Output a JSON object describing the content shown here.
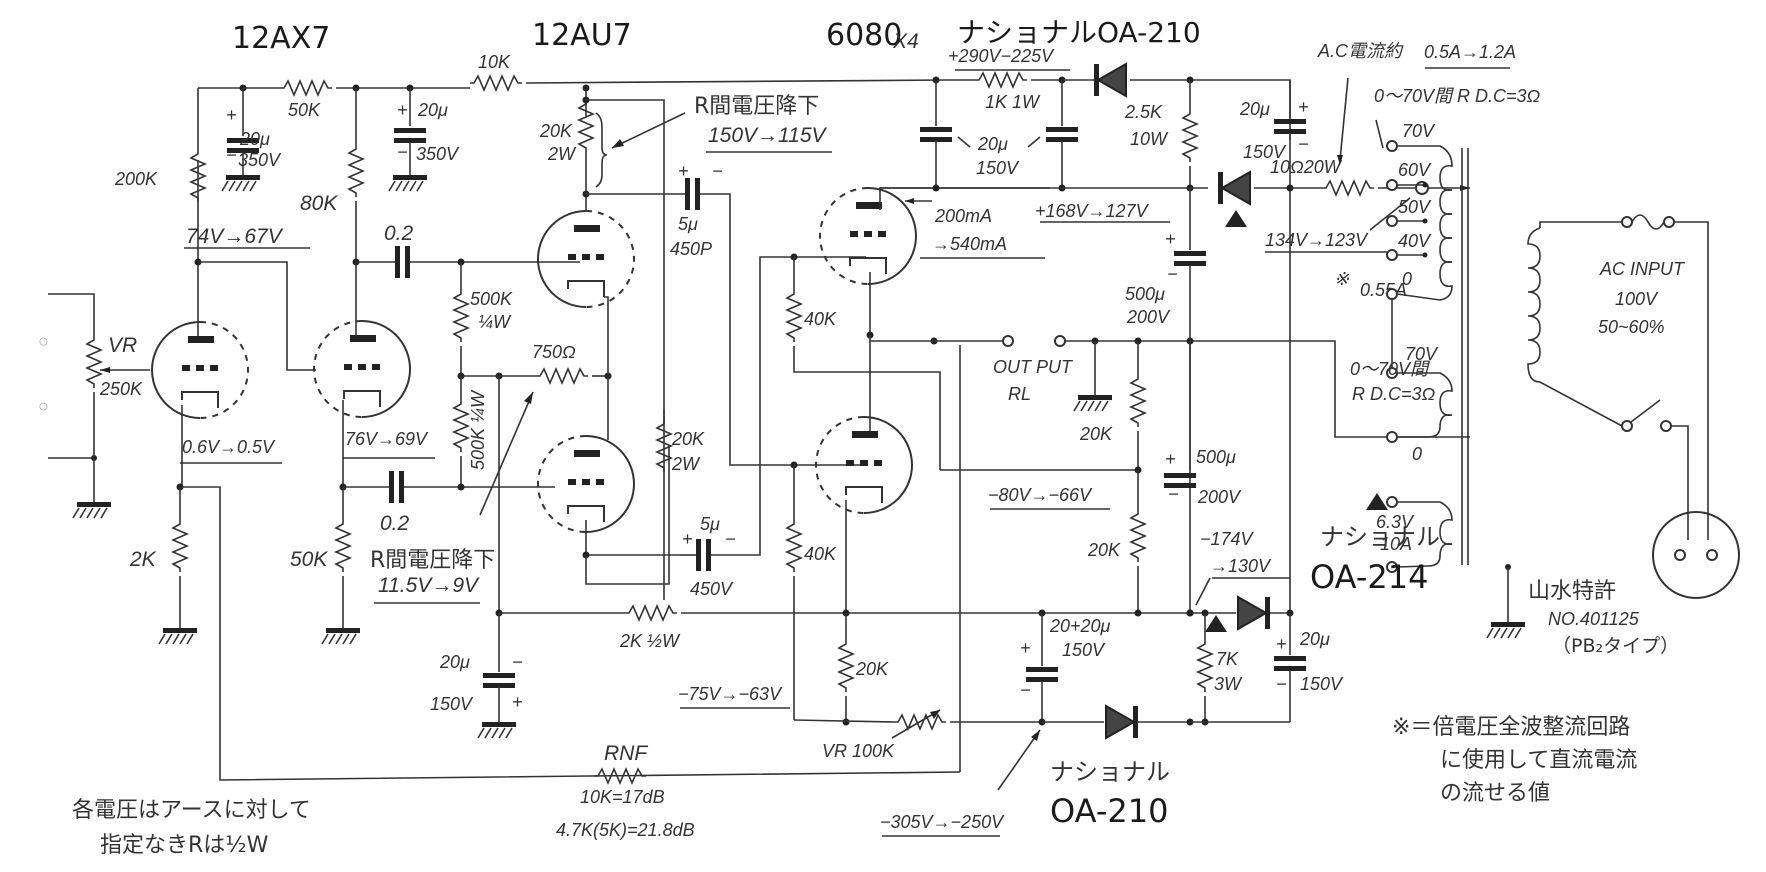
{
  "tubes": {
    "v1": "12AX7",
    "v2": "12AU7",
    "v3": "6080",
    "v3_qty": "X4"
  },
  "diodes": {
    "top_maker_label": "ナショナルOA-210",
    "bottom_maker": "ナショナル",
    "bottom_part": "OA-210",
    "mid_maker": "ナショナル",
    "mid_part": "OA-214",
    "mid_marker": "▲"
  },
  "components": {
    "r_200k": "200K",
    "r_50k_top": "50K",
    "c1_val": "20μ",
    "c1_v": "350V",
    "r_80k": "80K",
    "c2_val": "20μ",
    "c2_v": "350V",
    "r_10k": "10K",
    "r_20k_2w_a": "20K",
    "r_20k_2w_a_w": "2W",
    "c_coupling_top": "0.2",
    "c_coupling_bot": "0.2",
    "r_500k_a": "500K",
    "r_500k_a_w": "¼W",
    "r_500k_b": "500K ¼W",
    "r_750": "750Ω",
    "vr_in": "VR",
    "vr_in_val": "250K",
    "r_2k": "2K",
    "r_50k_bot": "50K",
    "c5u_top_val": "5μ",
    "c5u_top_v": "450P",
    "c5u_bot_val": "5μ",
    "c5u_bot_v": "450V",
    "r_20k_2w_b": "20K",
    "r_20k_2w_b_w": "2W",
    "r_2k_half": "2K ½W",
    "c_20u_150_val": "20μ",
    "c_20u_150_v": "150V",
    "rnf": "RNF",
    "rnf_val1": "10K=17dB",
    "rnf_val2": "4.7K(5K)=21.8dB",
    "r_40k_a": "40K",
    "r_40k_b": "40K",
    "r_20k_c": "20K",
    "vr_100k": "VR 100K",
    "r_1k": "1K 1W",
    "c_20u_pair_val": "20μ",
    "c_20u_pair_v": "150V",
    "r_2_5k": "2.5K",
    "r_2_5k_w": "10W",
    "c_20u_r_val": "20μ",
    "c_20u_r_v": "150V",
    "c_500u_a_val": "500μ",
    "c_500u_a_v": "200V",
    "r_10ohm": "10Ω20W",
    "r_20k_out_a": "20K",
    "r_20k_out_b": "20K",
    "c_500u_b_val": "500μ",
    "c_500u_b_v": "200V",
    "c_20_20_val": "20+20μ",
    "c_20_20_v": "150V",
    "r_7k": "7K",
    "r_7k_w": "3W",
    "c_20u_br_val": "20μ",
    "c_20u_br_v": "150V",
    "output": "OUT PUT",
    "output_rl": "RL"
  },
  "voltages": {
    "v1_plate": "74V→67V",
    "v1_cathode": "0.6V→0.5V",
    "v2_cathode": "76V→69V",
    "r_drop_top_title": "R間電圧降下",
    "r_drop_top": "150V→115V",
    "r_drop_bot_title": "R間電圧降下",
    "r_drop_bot": "11.5V→9V",
    "b_plus_top": "+290V−225V",
    "b_plus_mid": "+168V→127V",
    "current_a": "200mA",
    "current_b": "→540mA",
    "ac_in_tap": "134V→123V",
    "ac_current_note": "※",
    "ac_current_val": "0.55A",
    "neg_80": "−80V→−66V",
    "neg_75": "−75V→−63V",
    "neg_305": "−305V→−250V",
    "neg_174": "−174V",
    "neg_130": "→130V"
  },
  "transformer": {
    "ac_current_title": "A.C電流約",
    "ac_current_range": "0.5A→1.2A",
    "tap_note_top": "0～70V間 R D.C=3Ω",
    "taps": [
      "70V",
      "60V",
      "50V",
      "40V",
      "0"
    ],
    "tap_note_mid_1": "0～70V間",
    "tap_note_mid_2": "R D.C=3Ω",
    "sec2_top": "70V",
    "sec2_bot": "0",
    "heater_v": "6.3V",
    "heater_a": "10A",
    "ac_input_1": "AC INPUT",
    "ac_input_2": "100V",
    "ac_input_3": "50~60%",
    "patent_1": "山水特許",
    "patent_2": "NO.401125",
    "patent_3": "（PB₂タイプ）"
  },
  "notes": {
    "left_1": "各電圧はアースに対して",
    "left_2": "指定なきRは½W",
    "right_1": "※＝倍電圧全波整流回路",
    "right_2": "に使用して直流電流",
    "right_3": "の流せる値"
  }
}
